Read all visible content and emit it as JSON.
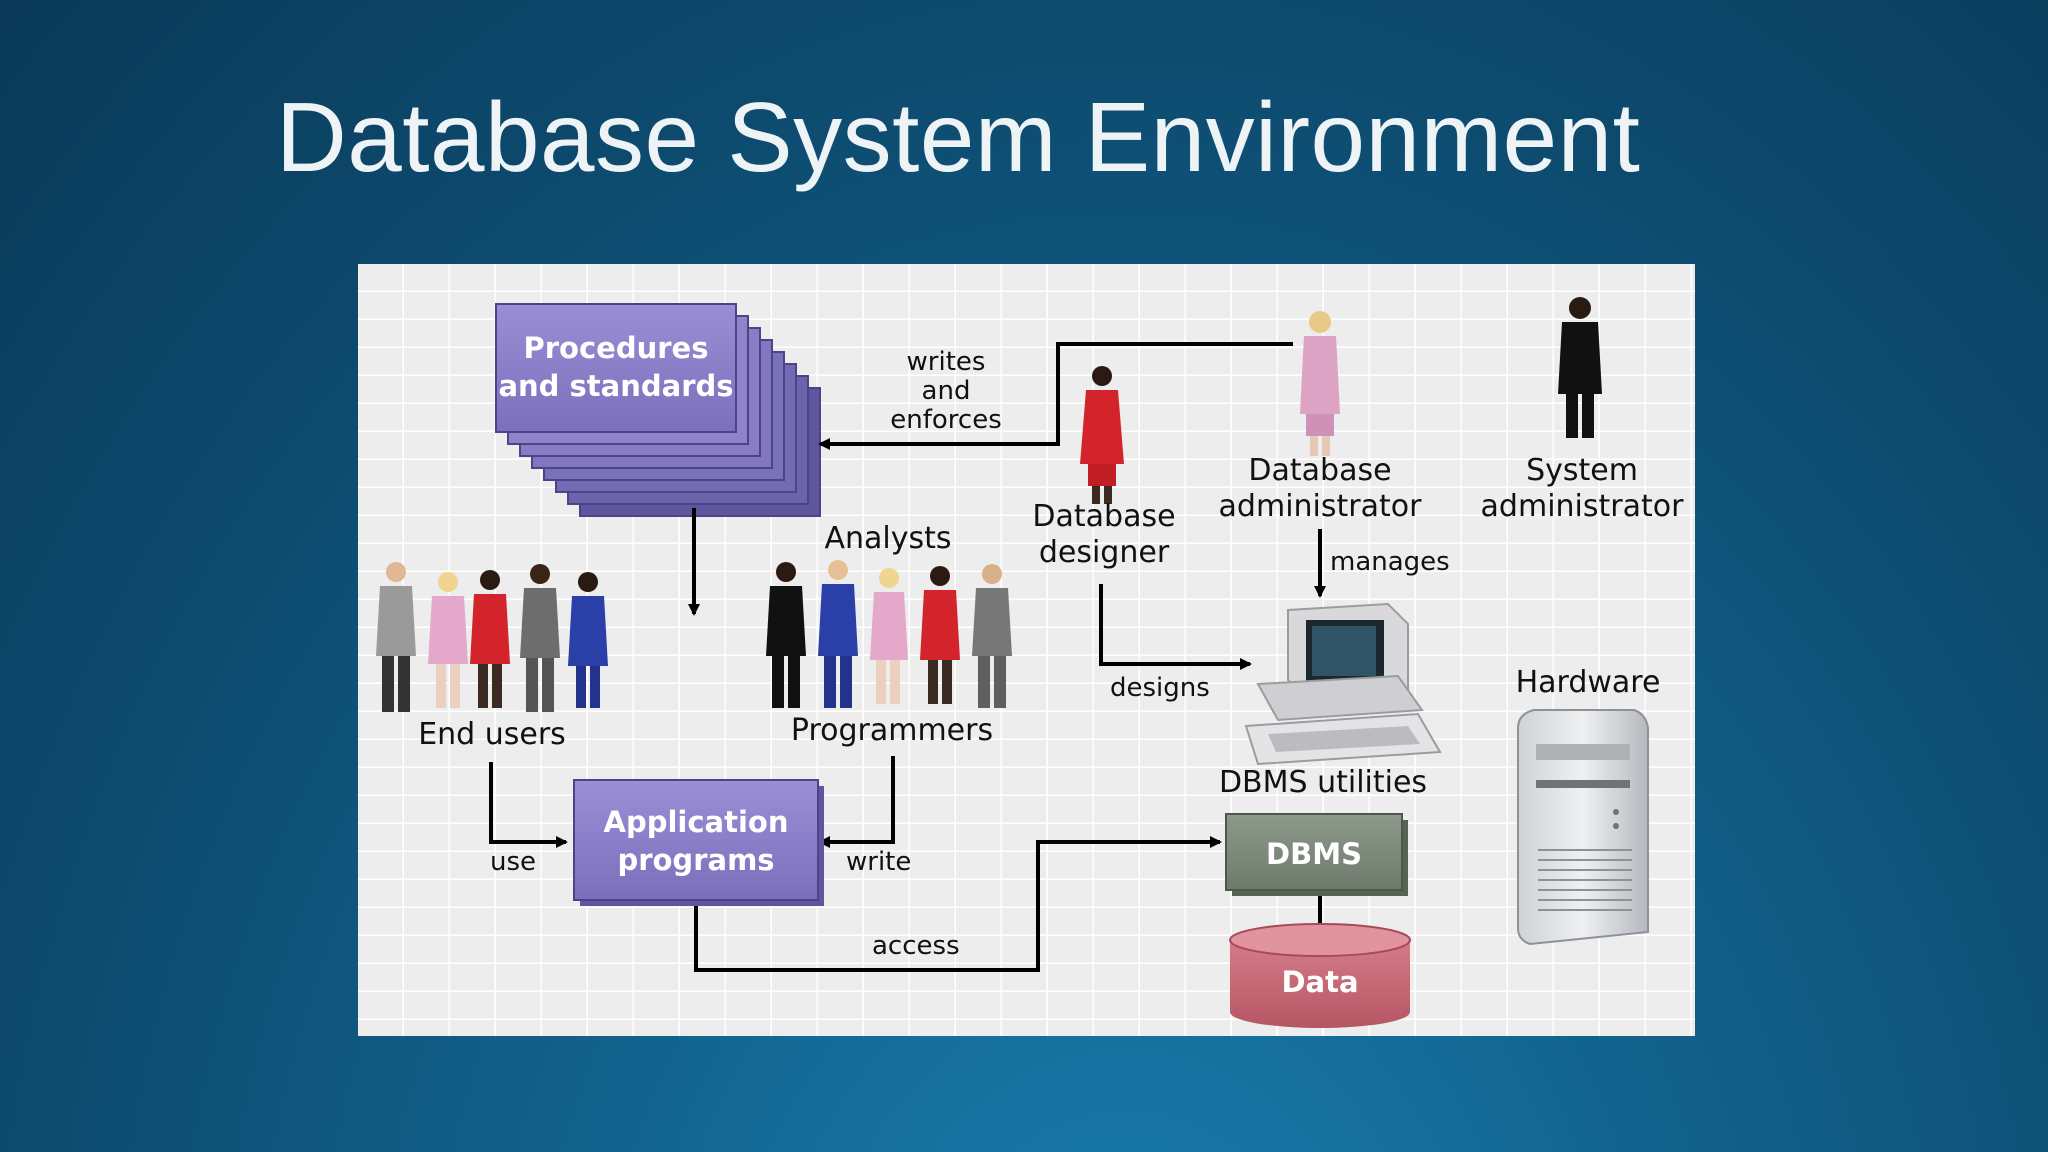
{
  "slide": {
    "title": "Database System Environment"
  },
  "diagram": {
    "procedures_line1": "Procedures",
    "procedures_line2": "and standards",
    "writes_line1": "writes",
    "writes_line2": "and",
    "writes_line3": "enforces",
    "db_designer_line1": "Database",
    "db_designer_line2": "designer",
    "db_admin_line1": "Database",
    "db_admin_line2": "administrator",
    "sys_admin_line1": "System",
    "sys_admin_line2": "administrator",
    "analysts": "Analysts",
    "programmers": "Programmers",
    "end_users": "End users",
    "manages": "manages",
    "designs": "designs",
    "hardware": "Hardware",
    "dbms_utilities": "DBMS utilities",
    "dbms": "DBMS",
    "data": "Data",
    "app_line1": "Application",
    "app_line2": "programs",
    "use": "use",
    "write": "write",
    "access": "access"
  },
  "colors": {
    "box_purple": "#8b7fc9",
    "dbms_green": "#7d8a7c",
    "data_red": "#c96a78",
    "grid_bg": "#ececec"
  }
}
